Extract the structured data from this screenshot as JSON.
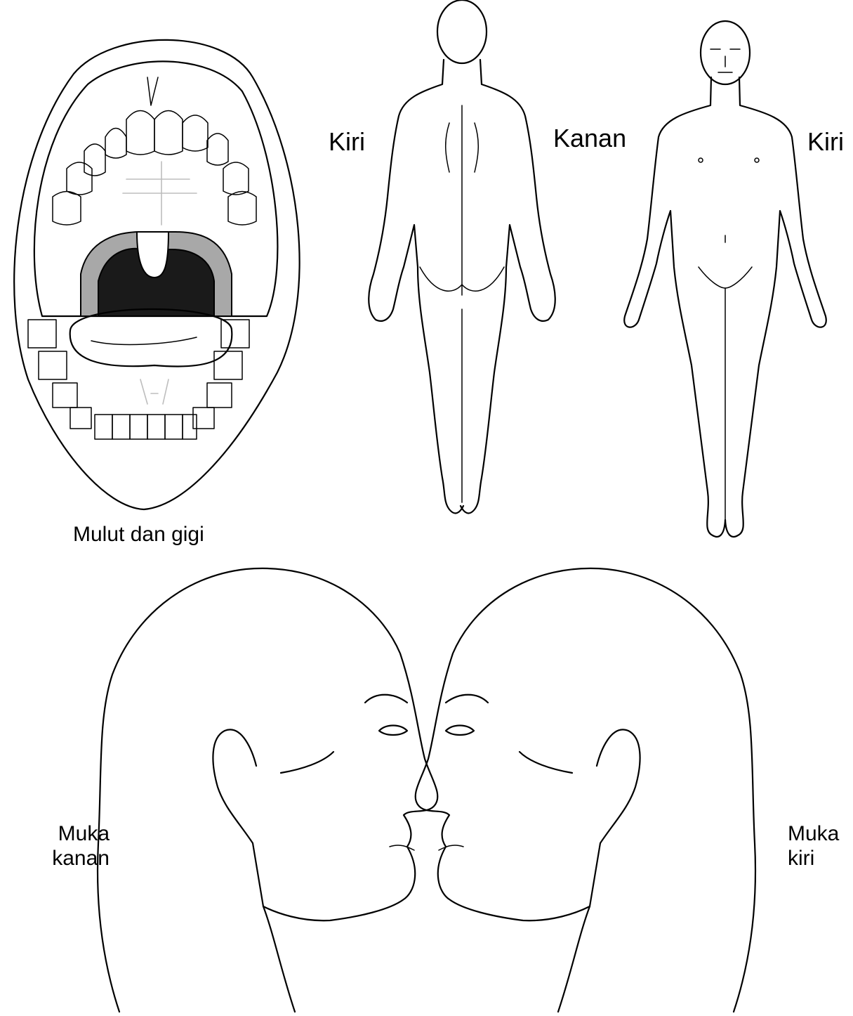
{
  "header": {
    "text": ""
  },
  "body_back": {
    "left_label": "Kiri",
    "right_label": "Kanan"
  },
  "body_front": {
    "left_label": "Kiri"
  },
  "mouth": {
    "caption": "Mulut dan gigi"
  },
  "head_right": {
    "caption_line1": "Muka",
    "caption_line2": "kanan"
  },
  "head_left": {
    "caption_line1": "Muka",
    "caption_line2": "kiri"
  },
  "colors": {
    "line": "#000000",
    "throat": "#1a1a1a",
    "tonsil": "#a8a8a8",
    "background": "#ffffff"
  }
}
